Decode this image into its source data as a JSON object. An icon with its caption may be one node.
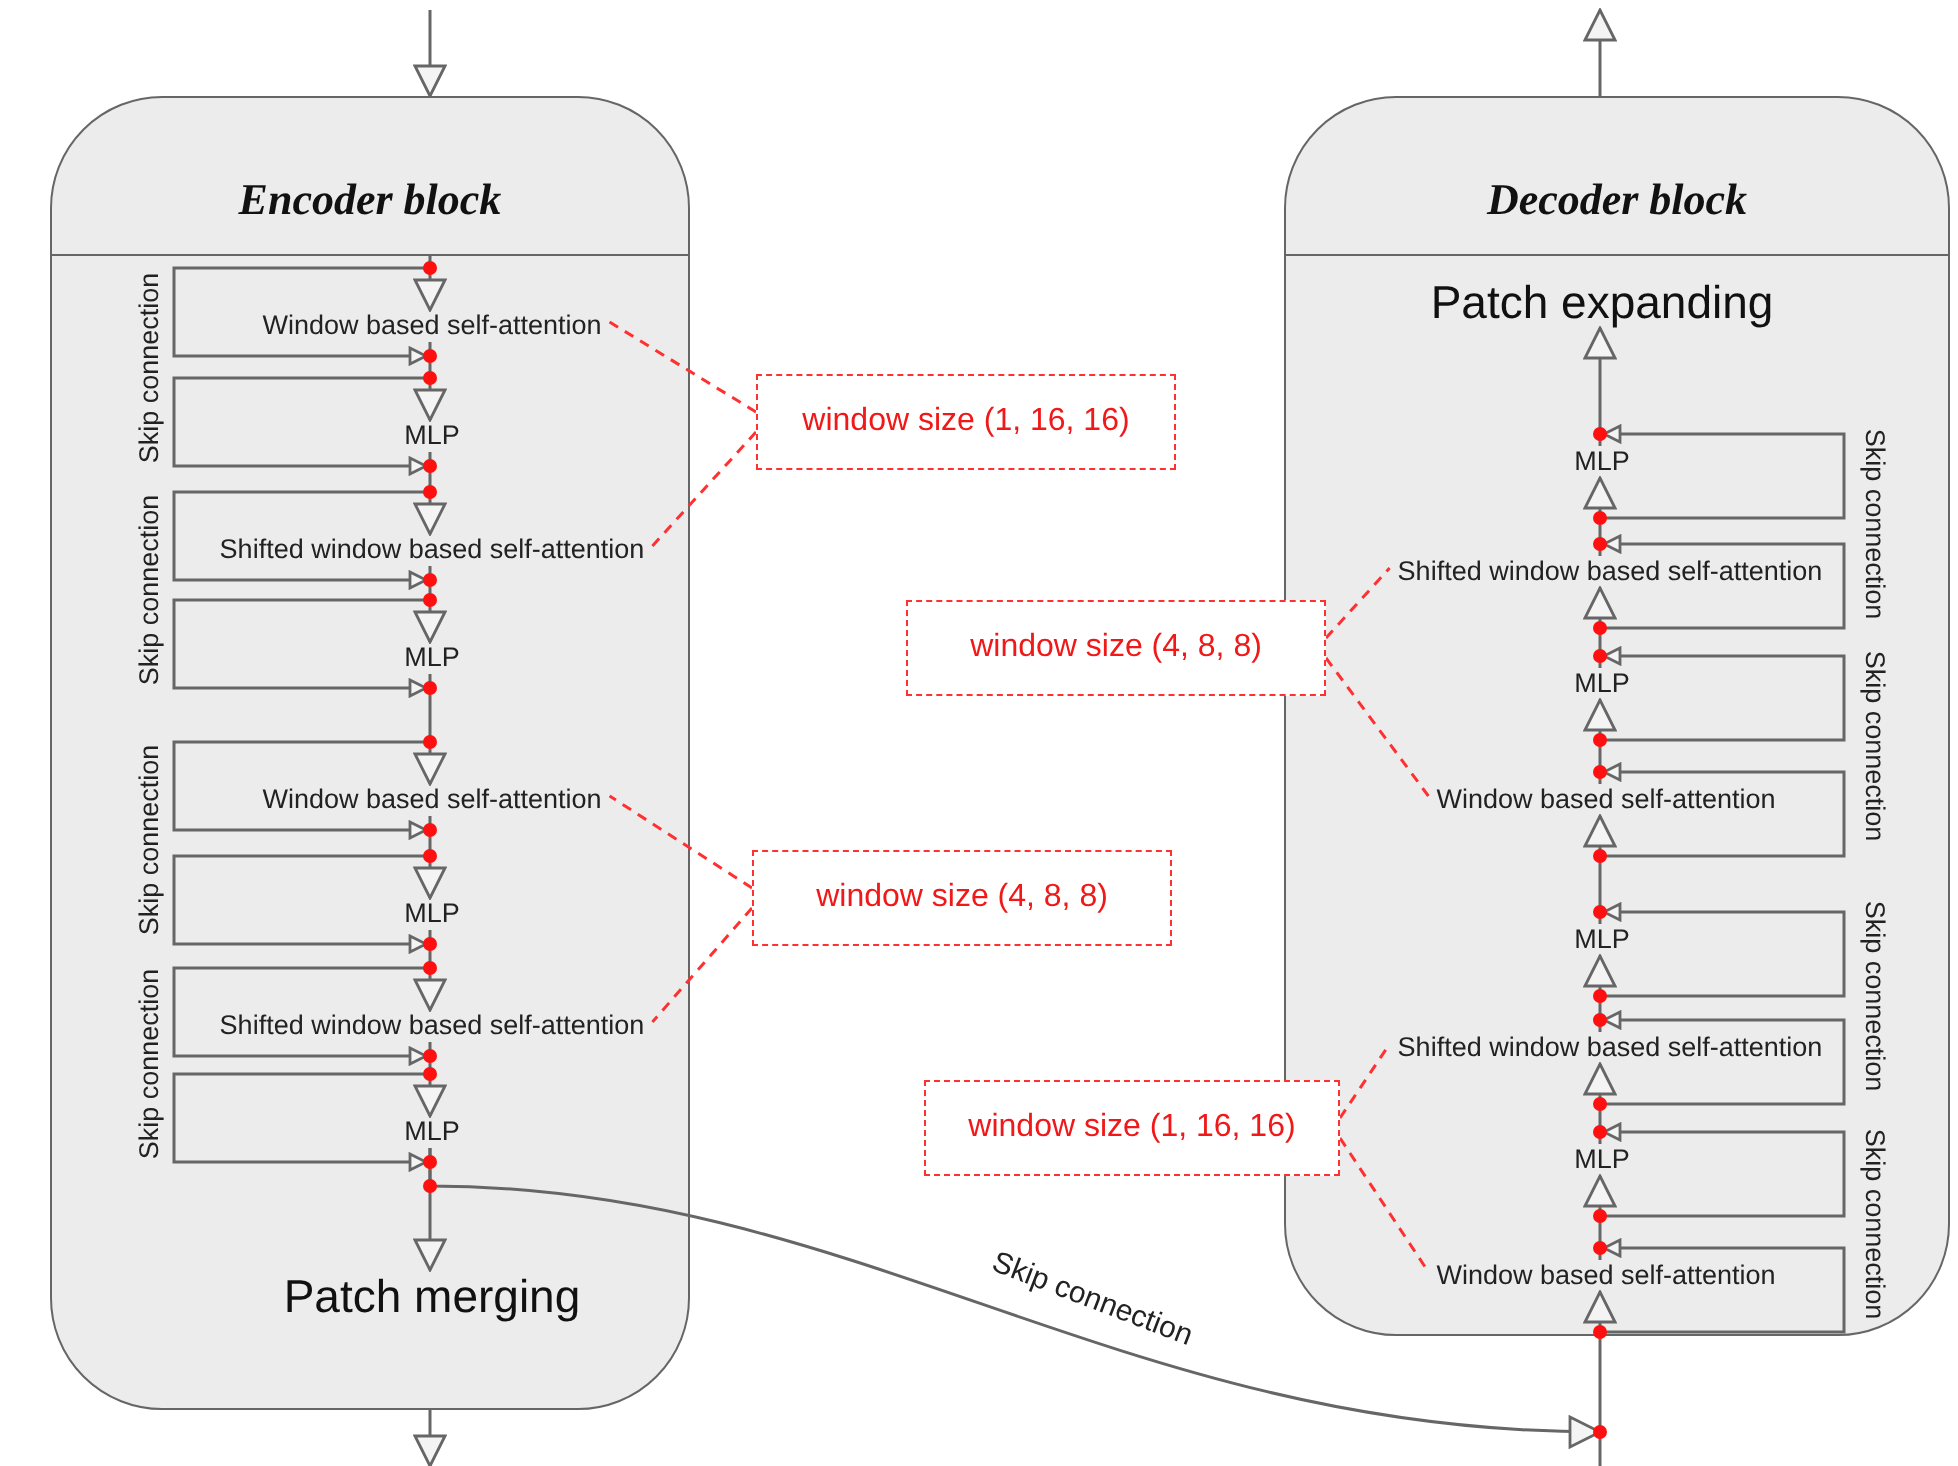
{
  "diagram": {
    "nodes": [
      {
        "text": [
          "Encoder block"
        ]
      },
      {
        "text": [
          "Window based self-attention"
        ],
        "in": 0
      },
      {
        "text": [
          "MLP"
        ],
        "in": 0
      },
      {
        "text": [
          "Shifted window based self-attention"
        ],
        "in": 0
      },
      {
        "text": [
          "MLP"
        ],
        "in": 0
      },
      {
        "text": [
          "Window based self-attention"
        ],
        "in": 0
      },
      {
        "text": [
          "MLP"
        ],
        "in": 0
      },
      {
        "text": [
          "Shifted window based self-attention"
        ],
        "in": 0
      },
      {
        "text": [
          "MLP"
        ],
        "in": 0
      },
      {
        "text": [
          "Patch merging"
        ],
        "in": 0
      },
      {
        "text": [
          "Decoder block"
        ]
      },
      {
        "text": [
          "Patch expanding"
        ],
        "in": 10
      },
      {
        "text": [
          "MLP"
        ],
        "in": 10
      },
      {
        "text": [
          "Shifted window based self-attention"
        ],
        "in": 10
      },
      {
        "text": [
          "MLP"
        ],
        "in": 10
      },
      {
        "text": [
          "Window based self-attention"
        ],
        "in": 10
      },
      {
        "text": [
          "MLP"
        ],
        "in": 10
      },
      {
        "text": [
          "Shifted window based self-attention"
        ],
        "in": 10
      },
      {
        "text": [
          "MLP"
        ],
        "in": 10
      },
      {
        "text": [
          "Window based self-attention"
        ],
        "in": 10
      },
      {
        "text": [
          "window size (1, 16, 16)"
        ]
      },
      {
        "text": [
          "window size (4, 8, 8)"
        ]
      },
      {
        "text": [
          "window size (4, 8, 8)"
        ]
      },
      {
        "text": [
          "window size (1, 16, 16)"
        ]
      }
    ],
    "edges": [
      {
        "from": null,
        "to": 0,
        "arrow": "to"
      },
      {
        "from": null,
        "to": 1,
        "arrow": "to"
      },
      {
        "from": 1,
        "to": 2,
        "arrow": "to"
      },
      {
        "from": 2,
        "to": 3,
        "arrow": "to"
      },
      {
        "from": 3,
        "to": 4,
        "arrow": "to"
      },
      {
        "from": 4,
        "to": 5,
        "arrow": "to"
      },
      {
        "from": 5,
        "to": 6,
        "arrow": "to"
      },
      {
        "from": 6,
        "to": 7,
        "arrow": "to"
      },
      {
        "from": 7,
        "to": 8,
        "arrow": "to"
      },
      {
        "from": 8,
        "to": 9,
        "arrow": "to"
      },
      {
        "from": 0,
        "to": null,
        "arrow": "to"
      },
      {
        "from": 1,
        "to": 1,
        "arrow": "to"
      },
      {
        "from": 2,
        "to": 2,
        "arrow": "to"
      },
      {
        "from": 3,
        "to": 3,
        "arrow": "to"
      },
      {
        "from": 4,
        "to": 4,
        "arrow": "to"
      },
      {
        "from": 5,
        "to": 5,
        "arrow": "to"
      },
      {
        "from": 6,
        "to": 6,
        "arrow": "to"
      },
      {
        "from": 7,
        "to": 7,
        "arrow": "to"
      },
      {
        "from": 8,
        "to": 8,
        "arrow": "to"
      },
      {
        "from": null,
        "to": 19,
        "arrow": "to"
      },
      {
        "from": 19,
        "to": 18,
        "arrow": "to"
      },
      {
        "from": 18,
        "to": 17,
        "arrow": "to"
      },
      {
        "from": 17,
        "to": 16,
        "arrow": "to"
      },
      {
        "from": 16,
        "to": 15,
        "arrow": "to"
      },
      {
        "from": 15,
        "to": 14,
        "arrow": "to"
      },
      {
        "from": 14,
        "to": 13,
        "arrow": "to"
      },
      {
        "from": 13,
        "to": 12,
        "arrow": "to"
      },
      {
        "from": 12,
        "to": 11,
        "arrow": "to"
      },
      {
        "from": 10,
        "to": null,
        "arrow": "to"
      },
      {
        "from": 12,
        "to": 12,
        "arrow": "to"
      },
      {
        "from": 13,
        "to": 13,
        "arrow": "to"
      },
      {
        "from": 14,
        "to": 14,
        "arrow": "to"
      },
      {
        "from": 15,
        "to": 15,
        "arrow": "to"
      },
      {
        "from": 16,
        "to": 16,
        "arrow": "to"
      },
      {
        "from": 17,
        "to": 17,
        "arrow": "to"
      },
      {
        "from": 18,
        "to": 18,
        "arrow": "to"
      },
      {
        "from": 19,
        "to": 19,
        "arrow": "to"
      },
      {
        "from": 8,
        "to": null,
        "arrow": "to",
        "label": "Skip connection"
      },
      {
        "from": 20,
        "to": 1,
        "arrow": "none",
        "style": "dashed",
        "color": "#ff3030"
      },
      {
        "from": 20,
        "to": 3,
        "arrow": "none",
        "style": "dashed",
        "color": "#ff3030"
      },
      {
        "from": 21,
        "to": 5,
        "arrow": "none",
        "style": "dashed",
        "color": "#ff3030"
      },
      {
        "from": 21,
        "to": 7,
        "arrow": "none",
        "style": "dashed",
        "color": "#ff3030"
      },
      {
        "from": 22,
        "to": 13,
        "arrow": "none",
        "style": "dashed",
        "color": "#ff3030"
      },
      {
        "from": 22,
        "to": 15,
        "arrow": "none",
        "style": "dashed",
        "color": "#ff3030"
      },
      {
        "from": 23,
        "to": 17,
        "arrow": "none",
        "style": "dashed",
        "color": "#ff3030"
      },
      {
        "from": 23,
        "to": 19,
        "arrow": "none",
        "style": "dashed",
        "color": "#ff3030"
      }
    ],
    "labels": [
      "Skip connection",
      "Skip connection",
      "Skip connection",
      "Skip connection",
      "Skip connection",
      "Skip connection",
      "Skip connection",
      "Skip connection"
    ]
  }
}
